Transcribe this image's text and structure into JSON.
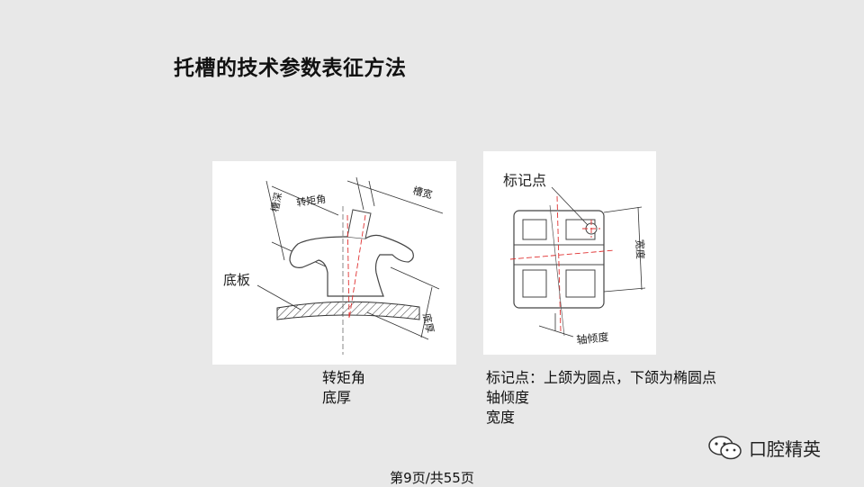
{
  "slide": {
    "title": "托槽的技术参数表征方法"
  },
  "figure1": {
    "labels": {
      "groove_depth": "槽深",
      "torque_angle": "转矩角",
      "groove_width": "槽宽",
      "base_plate": "底板",
      "base_thickness": "底厚"
    }
  },
  "figure2": {
    "labels": {
      "marker": "标记点",
      "width": "宽度",
      "axis_tilt": "轴倾度"
    }
  },
  "captions": {
    "left": [
      "转矩角",
      "底厚"
    ],
    "right": [
      "标记点：上颌为圆点，下颌为椭圆点",
      "轴倾度",
      "宽度"
    ]
  },
  "footer": {
    "page": "第9页/共55页"
  },
  "watermark": {
    "text": "口腔精英",
    "icon": "wechat-icon"
  },
  "colors": {
    "accent_line": "#e03030",
    "background": "#e8e8e8"
  }
}
